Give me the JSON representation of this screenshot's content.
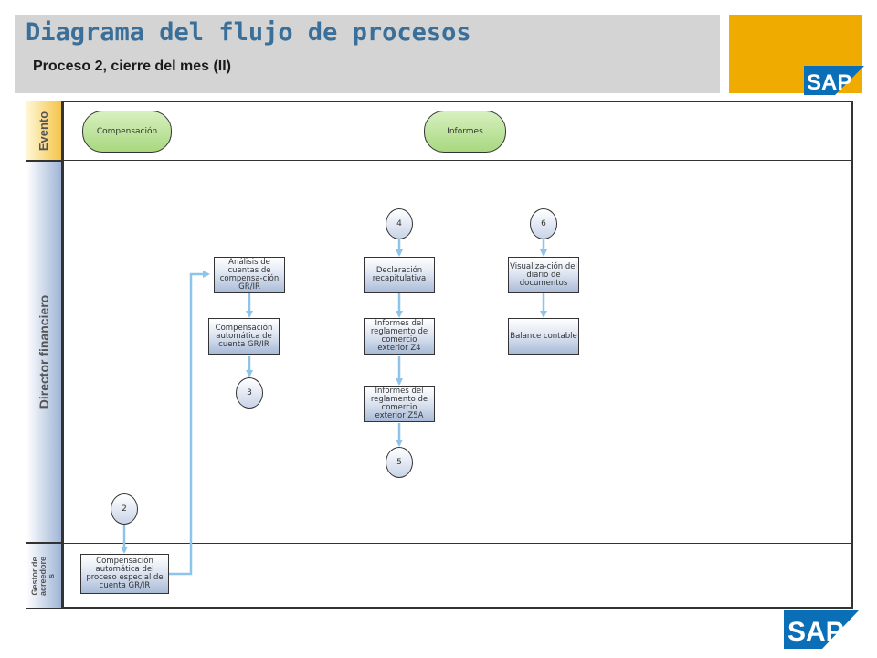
{
  "header": {
    "title": "Diagrama del flujo de procesos",
    "subtitle": "Proceso 2, cierre del mes (II)",
    "logo_text": "SAP"
  },
  "lanes": {
    "evento": "Evento",
    "director": "Director financiero",
    "gestor": "Gestor de acreedore s"
  },
  "events": {
    "compensacion": "Compensación",
    "informes": "Informes"
  },
  "tasks": {
    "analisis": "Análisis de cuentas de compensa-ción GR/IR",
    "comp_automatica": "Compensación automática de cuenta GR/IR",
    "declaracion": "Declaración recapitulativa",
    "informes_z4": "Informes del reglamento de comercio exterior Z4",
    "informes_z5a": "Informes del reglamento de comercio exterior Z5A",
    "visualizacion": "Visualiza-ción del diario de documentos",
    "balance": "Balance contable",
    "comp_especial": "Compensación automática del proceso especial de cuenta GR/IR"
  },
  "connectors": {
    "c2": "2",
    "c3": "3",
    "c4": "4",
    "c5": "5",
    "c6": "6"
  },
  "colors": {
    "title": "#3a6f9a",
    "brand": "#f0ab00",
    "arrow": "#8ec3ea",
    "sap_blue": "#0a6fb7"
  }
}
